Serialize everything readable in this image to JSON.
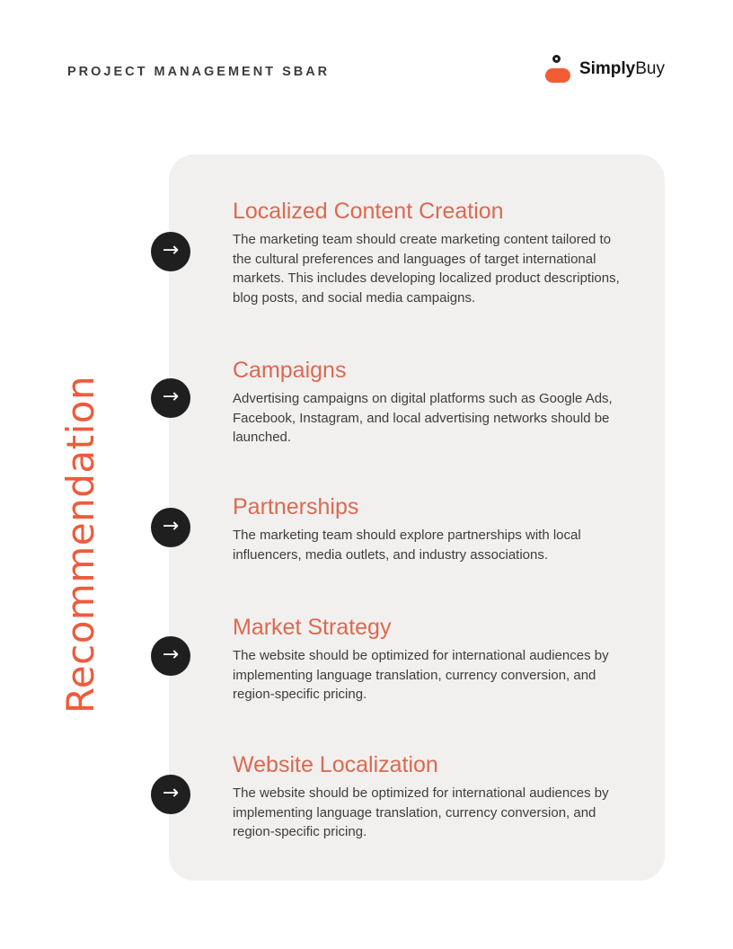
{
  "header": {
    "title": "PROJECT MANAGEMENT SBAR",
    "brand_bold": "Simply",
    "brand_regular": "Buy"
  },
  "side_label": "Recommendation",
  "icons": {
    "arrow_right": "→",
    "brand_icon": "person-icon"
  },
  "colors": {
    "heading_accent": "#dc6950",
    "side_label_accent": "#ee5b3b",
    "logo_accent": "#f25c35",
    "panel_bg": "#f1f0ef",
    "marker_bg": "#1f1f1f",
    "body_text": "#3e3d3d",
    "header_text": "#3d3d3d"
  },
  "sections": [
    {
      "title": "Localized Content Creation",
      "body": "The marketing team should create marketing content tailored to the cultural preferences and languages of target international markets. This includes developing localized product descriptions, blog posts, and social media campaigns."
    },
    {
      "title": "Campaigns",
      "body": "Advertising campaigns on digital platforms such as Google Ads, Facebook, Instagram, and local advertising networks should be launched."
    },
    {
      "title": "Partnerships",
      "body": "The marketing team should explore partnerships with local influencers, media outlets, and industry associations."
    },
    {
      "title": "Market Strategy",
      "body": "The website should be optimized for international audiences by implementing language translation, currency conversion, and region-specific pricing."
    },
    {
      "title": "Website Localization",
      "body": "The website should be optimized for international audiences by implementing language translation, currency conversion, and region-specific pricing."
    }
  ]
}
